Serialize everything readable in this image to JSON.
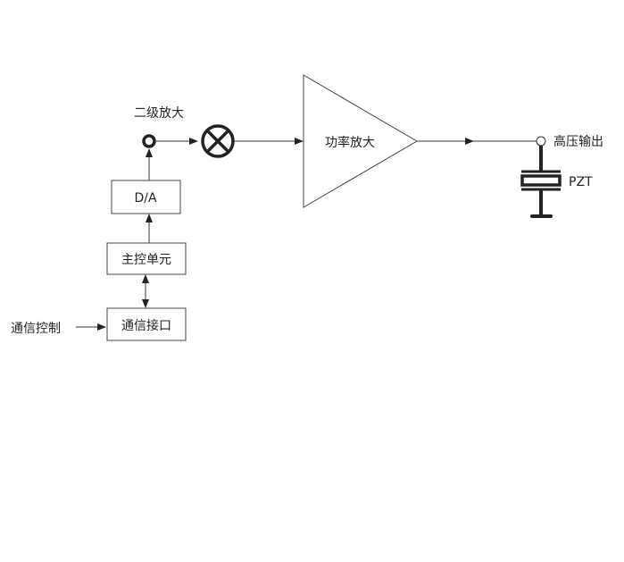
{
  "labels": {
    "second_amp": "二级放大",
    "da": "D/A",
    "main_control": "主控单元",
    "comm_interface": "通信接口",
    "comm_control": "通信控制",
    "power_amp": "功率放大",
    "hv_output": "高压输出",
    "pzt": "PZT"
  }
}
